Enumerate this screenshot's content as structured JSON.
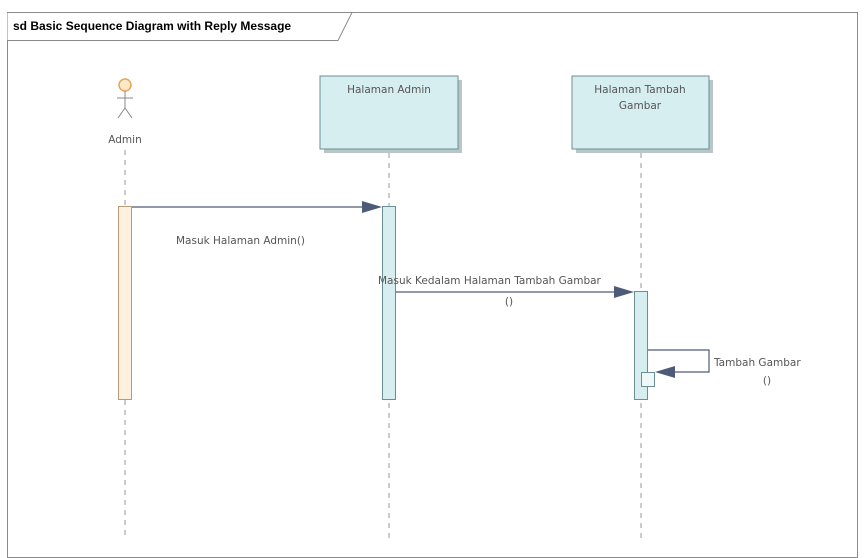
{
  "frame": {
    "title": "sd Basic Sequence Diagram with Reply Message"
  },
  "actor": {
    "name": "Admin"
  },
  "lifelines": [
    {
      "name_line1": "Halaman Admin",
      "name_line2": ""
    },
    {
      "name_line1": "Halaman Tambah",
      "name_line2": "Gambar"
    }
  ],
  "messages": [
    {
      "label_line1": "Masuk Halaman Admin()",
      "label_line2": ""
    },
    {
      "label_line1": "Masuk Kedalam Halaman Tambah Gambar",
      "label_line2": "()"
    },
    {
      "label_line1": "Tambah Gambar",
      "label_line2": "()"
    }
  ],
  "colors": {
    "frame_border": "#8a8a8a",
    "lifeline_fill": "#d7eef0",
    "lifeline_border": "#6b8e94",
    "actor_activation_fill": "#fdf0dc",
    "actor_activation_border": "#b79a7a",
    "actor_head": "#e6a65a",
    "arrow": "#4d5a78",
    "dash": "#9a9a9a"
  }
}
